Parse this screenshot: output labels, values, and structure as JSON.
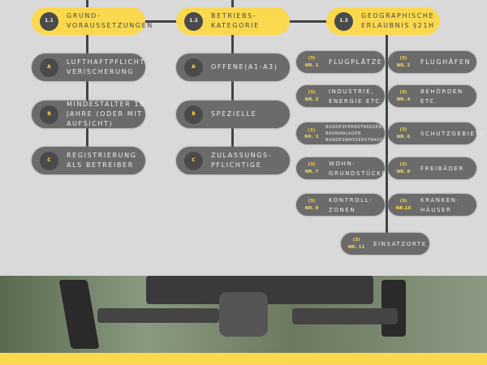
{
  "columns": [
    {
      "badge": "1.1",
      "title": "GRUND-\nVORAUSSETZUNGEN",
      "items": [
        {
          "badge": "A",
          "text": "LUFTHAFTPFLICHT\nVERISCHERUNG"
        },
        {
          "badge": "B",
          "text": "MINDESTALTER 16\nJAHRE (ODER MIT\nAUFSICHT)"
        },
        {
          "badge": "C",
          "text": "REGISTRIERUNG\nALS BETREIBER"
        }
      ]
    },
    {
      "badge": "1.2",
      "title": "BETRIEBS-\nKATEGORIE",
      "items": [
        {
          "badge": "A",
          "text": "OFFENE(A1-A3)"
        },
        {
          "badge": "B",
          "text": "SPEZIELLE"
        },
        {
          "badge": "C",
          "text": "ZULASSUNGS-\nPFLICHTIGE"
        }
      ]
    },
    {
      "badge": "1.3",
      "title": "GEOGRAPHISCHE\nERLAUBNIS §21H"
    }
  ],
  "zones": [
    {
      "nr": "(3)\nNR. 1",
      "text": "FLUGPLÄTZE"
    },
    {
      "nr": "(3)\nNR. 2",
      "text": "FLUGHÄFEN"
    },
    {
      "nr": "(3)\nNR. 3",
      "text": "INDUSTRIE,\nENERGIE ETC."
    },
    {
      "nr": "(3)\nNR. 4",
      "text": "BEHÖRDEN ETC."
    },
    {
      "nr": "(3)\nNR. 5",
      "text": "BUNDESFERNSTRASSEN\nBAHNANLAGEN\nBUNDESWASSERSTRASSEN"
    },
    {
      "nr": "(3)\nNR. 6",
      "text": "SCHUTZGEBIETE"
    },
    {
      "nr": "(3)\nNR. 7",
      "text": "WOHN-\nGRUNDSTÜCKE"
    },
    {
      "nr": "(3)\nNR. 8",
      "text": "FREIBÄDER"
    },
    {
      "nr": "(3)\nNR. 9",
      "text": "KONTROLL-\nZONEN"
    },
    {
      "nr": "(3)\nNR.10",
      "text": "KRANKEN-\nHÄUSER"
    },
    {
      "nr": "(3)\nNR. 11",
      "text": "EINSATZORTE"
    }
  ],
  "colors": {
    "accent": "#fbd94e",
    "pill": "#6b6b6b",
    "background": "#d9d9d9"
  }
}
